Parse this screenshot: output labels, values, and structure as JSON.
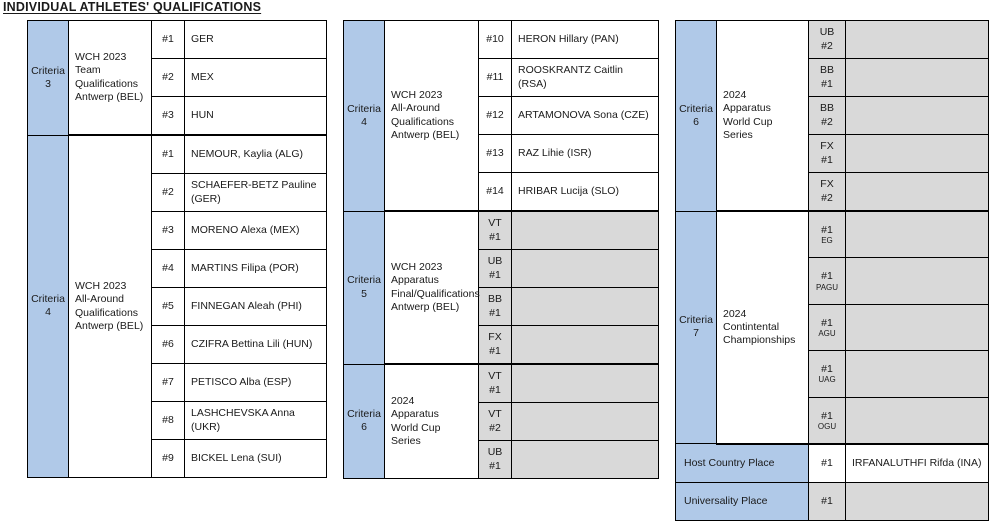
{
  "page": {
    "title": "INDIVIDUAL ATHLETES' QUALIFICATIONS"
  },
  "colors": {
    "criteria_blue": "#b0c9e8",
    "empty_gray": "#d9d9d9",
    "border": "#000000",
    "text": "#1a1a1a"
  },
  "columns": [
    {
      "id": "column-1",
      "groups": [
        {
          "criteria": "Criteria\n3",
          "event": "WCH 2023\nTeam\nQualifications\nAntwerp (BEL)",
          "rows": [
            {
              "rank": "#1",
              "name": "GER"
            },
            {
              "rank": "#2",
              "name": "MEX"
            },
            {
              "rank": "#3",
              "name": "HUN"
            }
          ]
        },
        {
          "criteria": "Criteria\n4",
          "event": "WCH 2023\nAll-Around\nQualifications\nAntwerp (BEL)",
          "rows": [
            {
              "rank": "#1",
              "name": "NEMOUR, Kaylia (ALG)"
            },
            {
              "rank": "#2",
              "name": "SCHAEFER-BETZ Pauline (GER)"
            },
            {
              "rank": "#3",
              "name": "MORENO Alexa (MEX)"
            },
            {
              "rank": "#4",
              "name": "MARTINS Filipa (POR)"
            },
            {
              "rank": "#5",
              "name": "FINNEGAN Aleah (PHI)"
            },
            {
              "rank": "#6",
              "name": "CZIFRA Bettina Lili (HUN)"
            },
            {
              "rank": "#7",
              "name": "PETISCO Alba (ESP)"
            },
            {
              "rank": "#8",
              "name": "LASHCHEVSKA Anna (UKR)"
            },
            {
              "rank": "#9",
              "name": "BICKEL Lena (SUI)"
            }
          ]
        }
      ]
    },
    {
      "id": "column-2",
      "groups": [
        {
          "criteria": "Criteria\n4",
          "event": "WCH 2023\nAll-Around\nQualifications\nAntwerp (BEL)",
          "rows": [
            {
              "rank": "#10",
              "name": "HERON Hillary (PAN)"
            },
            {
              "rank": "#11",
              "name": "ROOSKRANTZ Caitlin (RSA)"
            },
            {
              "rank": "#12",
              "name": "ARTAMONOVA Sona (CZE)"
            },
            {
              "rank": "#13",
              "name": "RAZ Lihie (ISR)"
            },
            {
              "rank": "#14",
              "name": "HRIBAR Lucija (SLO)"
            }
          ]
        },
        {
          "criteria": "Criteria\n5",
          "event": "WCH 2023\nApparatus\nFinal/Qualifications\nAntwerp (BEL)",
          "rows": [
            {
              "rank": "VT\n#1",
              "name": "",
              "empty": true
            },
            {
              "rank": "UB\n#1",
              "name": "",
              "empty": true
            },
            {
              "rank": "BB\n#1",
              "name": "",
              "empty": true
            },
            {
              "rank": "FX\n#1",
              "name": "",
              "empty": true
            }
          ]
        },
        {
          "criteria": "Criteria\n6",
          "event": "2024\nApparatus\nWorld Cup Series",
          "rows": [
            {
              "rank": "VT\n#1",
              "name": "",
              "empty": true
            },
            {
              "rank": "VT\n#2",
              "name": "",
              "empty": true
            },
            {
              "rank": "UB\n#1",
              "name": "",
              "empty": true
            }
          ]
        }
      ]
    },
    {
      "id": "column-3",
      "groups": [
        {
          "criteria": "Criteria\n6",
          "event": "2024\nApparatus\nWorld Cup\nSeries",
          "rows": [
            {
              "rank": "UB\n#2",
              "name": "",
              "empty": true
            },
            {
              "rank": "BB\n#1",
              "name": "",
              "empty": true
            },
            {
              "rank": "BB\n#2",
              "name": "",
              "empty": true
            },
            {
              "rank": "FX\n#1",
              "name": "",
              "empty": true
            },
            {
              "rank": "FX\n#2",
              "name": "",
              "empty": true
            }
          ]
        },
        {
          "criteria": "Criteria\n7",
          "event": "2024\nContintental\nChampionships",
          "rows": [
            {
              "rank": "#1",
              "sub": "EG",
              "name": "",
              "empty": true
            },
            {
              "rank": "#1",
              "sub": "PAGU",
              "name": "",
              "empty": true
            },
            {
              "rank": "#1",
              "sub": "AGU",
              "name": "",
              "empty": true
            },
            {
              "rank": "#1",
              "sub": "UAG",
              "name": "",
              "empty": true
            },
            {
              "rank": "#1",
              "sub": "OGU",
              "name": "",
              "empty": true
            }
          ]
        }
      ],
      "places": [
        {
          "label": "Host Country Place",
          "rank": "#1",
          "name": "IRFANALUTHFI Rifda (INA)",
          "empty": false
        },
        {
          "label": "Universality Place",
          "rank": "#1",
          "name": "",
          "empty": true
        }
      ]
    }
  ]
}
